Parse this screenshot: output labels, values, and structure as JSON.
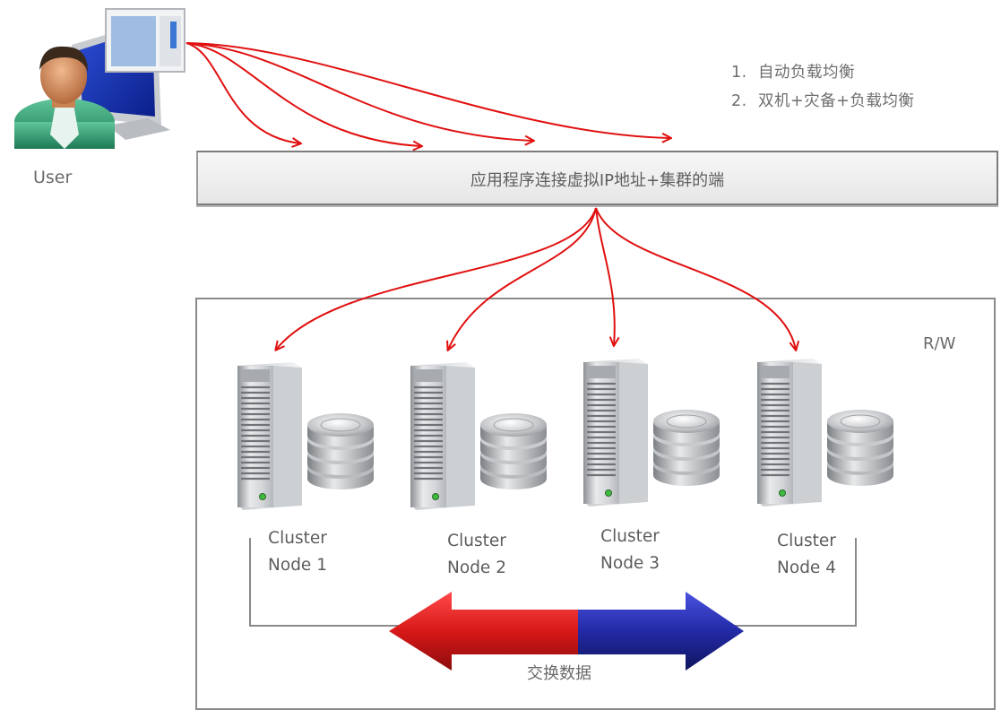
{
  "user": {
    "label": "User"
  },
  "notes": [
    {
      "num": "1.",
      "text": "自动负载均衡"
    },
    {
      "num": "2.",
      "text": "双机+灾备+负载均衡"
    }
  ],
  "vip_bar": {
    "label": "应用程序连接虚拟IP地址+集群的端"
  },
  "cluster": {
    "mode": "R/W",
    "nodes": [
      {
        "line1": "Cluster",
        "line2": "Node 1"
      },
      {
        "line1": "Cluster",
        "line2": "Node 2"
      },
      {
        "line1": "Cluster",
        "line2": "Node 3"
      },
      {
        "line1": "Cluster",
        "line2": "Node 4"
      }
    ],
    "exchange_label": "交换数据"
  },
  "colors": {
    "arrow_red": "#e01010",
    "exchange_red": "#d81818",
    "exchange_blue": "#232aa6",
    "border_gray": "#8a8a8a"
  },
  "icons": [
    "user-computer-icon",
    "server-icon",
    "database-icon"
  ]
}
